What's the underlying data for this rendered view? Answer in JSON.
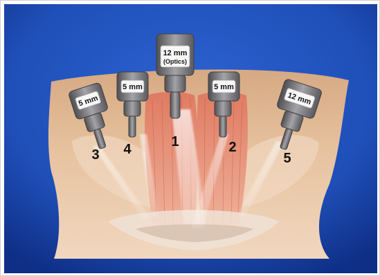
{
  "figure": {
    "trocars": [
      {
        "id": "trocar-1",
        "size_label": "12 mm",
        "sub_label": "(Optics)",
        "number": "1"
      },
      {
        "id": "trocar-2",
        "size_label": "5 mm",
        "sub_label": "",
        "number": "2"
      },
      {
        "id": "trocar-3",
        "size_label": "5 mm",
        "sub_label": "",
        "number": "3"
      },
      {
        "id": "trocar-4",
        "size_label": "5 mm",
        "sub_label": "",
        "number": "4"
      },
      {
        "id": "trocar-5",
        "size_label": "12 mm",
        "sub_label": "",
        "number": "5"
      }
    ],
    "colors": {
      "drape": "#1f4fb8",
      "drape_dark": "#0f2f86",
      "skin": "#e6bf98",
      "muscle": "#d87058",
      "trocar": "#7f7f82",
      "label_bg": "#f7f7f7"
    }
  }
}
